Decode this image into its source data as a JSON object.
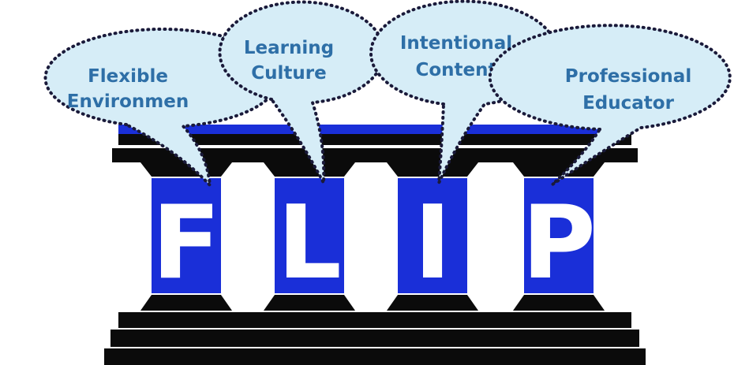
{
  "colors": {
    "pillar_fill": "#1a2fd8",
    "letter_fill": "#ffffff",
    "stone_dark": "#0b0b0b",
    "bubble_fill": "#d6edf7",
    "bubble_text": "#2e6fa7",
    "bubble_outline": "#1a1a3a"
  },
  "pillars": [
    {
      "letter": "F",
      "bubble_line1": "Flexible",
      "bubble_line2": "Environmen"
    },
    {
      "letter": "L",
      "bubble_line1": "Learning",
      "bubble_line2": "Culture"
    },
    {
      "letter": "I",
      "bubble_line1": "Intentional",
      "bubble_line2": "Content"
    },
    {
      "letter": "P",
      "bubble_line1": "Professional",
      "bubble_line2": "Educator"
    }
  ]
}
